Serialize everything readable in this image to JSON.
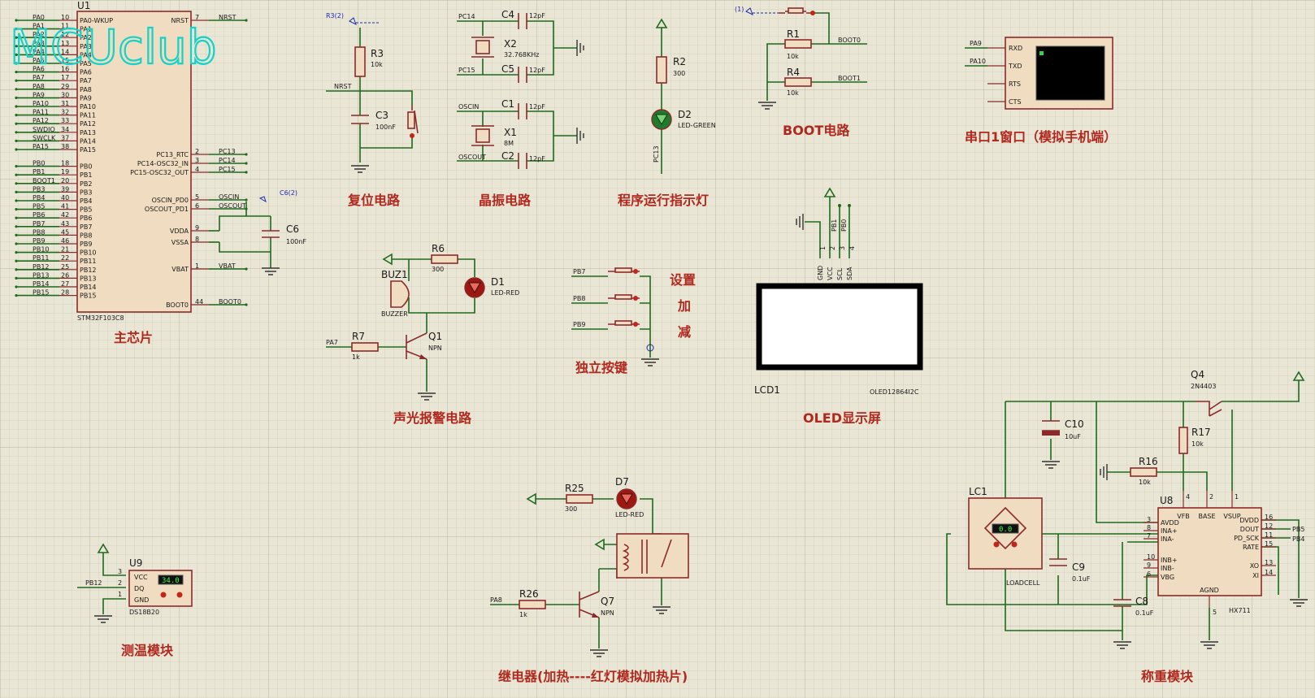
{
  "watermark": "MCUclub",
  "section_labels": {
    "mcu": "主芯片",
    "reset": "复位电路",
    "crystal": "晶振电路",
    "indicator": "程序运行指示灯",
    "boot": "BOOT电路",
    "uart": "串口1窗口（模拟手机端）",
    "alarm": "声光报警电路",
    "keys": "独立按键",
    "oled": "OLED显示屏",
    "temp": "测温模块",
    "relay": "继电器(加热----红灯模拟加热片)",
    "weigh": "称重模块"
  },
  "mcu": {
    "ref": "U1",
    "part": "STM32F103C8",
    "left_pins": [
      {
        "num": "10",
        "name": "PA0-WKUP",
        "net": "PA0"
      },
      {
        "num": "11",
        "name": "PA1",
        "net": "PA1"
      },
      {
        "num": "12",
        "name": "PA2",
        "net": "PA2"
      },
      {
        "num": "13",
        "name": "PA3",
        "net": "PA3"
      },
      {
        "num": "14",
        "name": "PA4",
        "net": "PA4"
      },
      {
        "num": "15",
        "name": "PA5",
        "net": "PA5"
      },
      {
        "num": "16",
        "name": "PA6",
        "net": "PA6"
      },
      {
        "num": "17",
        "name": "PA7",
        "net": "PA7"
      },
      {
        "num": "29",
        "name": "PA8",
        "net": "PA8"
      },
      {
        "num": "30",
        "name": "PA9",
        "net": "PA9"
      },
      {
        "num": "31",
        "name": "PA10",
        "net": "PA10"
      },
      {
        "num": "32",
        "name": "PA11",
        "net": "PA11"
      },
      {
        "num": "33",
        "name": "PA12",
        "net": "PA12"
      },
      {
        "num": "34",
        "name": "PA13",
        "net": "SWDIO"
      },
      {
        "num": "37",
        "name": "PA14",
        "net": "SWCLK"
      },
      {
        "num": "38",
        "name": "PA15",
        "net": "PA15"
      },
      {
        "num": "18",
        "name": "PB0",
        "net": "PB0"
      },
      {
        "num": "19",
        "name": "PB1",
        "net": "PB1"
      },
      {
        "num": "20",
        "name": "PB2",
        "net": "BOOT1"
      },
      {
        "num": "39",
        "name": "PB3",
        "net": "PB3"
      },
      {
        "num": "40",
        "name": "PB4",
        "net": "PB4"
      },
      {
        "num": "41",
        "name": "PB5",
        "net": "PB5"
      },
      {
        "num": "42",
        "name": "PB6",
        "net": "PB6"
      },
      {
        "num": "43",
        "name": "PB7",
        "net": "PB7"
      },
      {
        "num": "45",
        "name": "PB8",
        "net": "PB8"
      },
      {
        "num": "46",
        "name": "PB9",
        "net": "PB9"
      },
      {
        "num": "21",
        "name": "PB10",
        "net": "PB10"
      },
      {
        "num": "22",
        "name": "PB11",
        "net": "PB11"
      },
      {
        "num": "25",
        "name": "PB12",
        "net": "PB12"
      },
      {
        "num": "26",
        "name": "PB13",
        "net": "PB13"
      },
      {
        "num": "27",
        "name": "PB14",
        "net": "PB14"
      },
      {
        "num": "28",
        "name": "PB15",
        "net": "PB15"
      }
    ],
    "right_pins": [
      {
        "num": "7",
        "name": "NRST",
        "net": "NRST"
      },
      {
        "num": "2",
        "name": "PC13_RTC",
        "net": "PC13"
      },
      {
        "num": "3",
        "name": "PC14-OSC32_IN",
        "net": "PC14"
      },
      {
        "num": "4",
        "name": "PC15-OSC32_OUT",
        "net": "PC15"
      },
      {
        "num": "5",
        "name": "OSCIN_PD0",
        "net": "OSCIN"
      },
      {
        "num": "6",
        "name": "OSCOUT_PD1",
        "net": "OSCOUT"
      },
      {
        "num": "9",
        "name": "VDDA",
        "net": ""
      },
      {
        "num": "8",
        "name": "VSSA",
        "net": ""
      },
      {
        "num": "1",
        "name": "VBAT",
        "net": "VBAT"
      },
      {
        "num": "44",
        "name": "BOOT0",
        "net": "BOOT0"
      }
    ]
  },
  "parts": {
    "C6": {
      "ref": "C6",
      "value": "100nF",
      "probe": "C6(2)"
    },
    "R3": {
      "ref": "R3",
      "value": "10k",
      "probe": "R3(2)"
    },
    "C3": {
      "ref": "C3",
      "value": "100nF"
    },
    "reset_net": "NRST",
    "C4": {
      "ref": "C4",
      "value": "12pF"
    },
    "C5": {
      "ref": "C5",
      "value": "12pF"
    },
    "X2": {
      "ref": "X2",
      "value": "32.768KHz"
    },
    "C1": {
      "ref": "C1",
      "value": "12pF"
    },
    "C2": {
      "ref": "C2",
      "value": "12pF"
    },
    "X1": {
      "ref": "X1",
      "value": "8M"
    },
    "crystal_nets": {
      "pc14": "PC14",
      "pc15": "PC15",
      "oscin": "OSCIN",
      "oscout": "OSCOUT"
    },
    "R2": {
      "ref": "R2",
      "value": "300"
    },
    "D2": {
      "ref": "D2",
      "value": "LED-GREEN",
      "net": "PC13"
    },
    "R1": {
      "ref": "R1",
      "value": "10k",
      "net": "BOOT0"
    },
    "R4": {
      "ref": "R4",
      "value": "10k",
      "net": "BOOT1"
    },
    "boot_probe": "(1)",
    "uart": {
      "pins": [
        "RXD",
        "TXD",
        "RTS",
        "CTS"
      ],
      "nets": [
        "PA9",
        "PA10"
      ]
    },
    "R6": {
      "ref": "R6",
      "value": "300"
    },
    "D1": {
      "ref": "D1",
      "value": "LED-RED"
    },
    "BUZ1": {
      "ref": "BUZ1",
      "value": "BUZZER"
    },
    "Q1": {
      "ref": "Q1",
      "value": "NPN"
    },
    "R7": {
      "ref": "R7",
      "value": "1k",
      "net": "PA7"
    },
    "keys": {
      "nets": [
        "PB7",
        "PB8",
        "PB9"
      ],
      "labels": [
        "设置",
        "加",
        "减"
      ]
    },
    "oled": {
      "ref": "LCD1",
      "part": "OLED12864I2C",
      "pins": [
        "GND",
        "VCC",
        "SCL",
        "SDA"
      ],
      "nets": [
        "PB1",
        "PB0"
      ],
      "pin_nums": [
        "1",
        "2",
        "3",
        "4"
      ]
    },
    "U9": {
      "ref": "U9",
      "part": "DS18B20",
      "pins": [
        "VCC",
        "DQ",
        "GND"
      ],
      "pin_nums": [
        "3",
        "2",
        "1"
      ],
      "net": "PB12",
      "reading": "34.0"
    },
    "R25": {
      "ref": "R25",
      "value": "300"
    },
    "D7": {
      "ref": "D7",
      "value": "LED-RED"
    },
    "R26": {
      "ref": "R26",
      "value": "1k",
      "net": "PA8"
    },
    "Q7": {
      "ref": "Q7",
      "value": "NPN"
    },
    "C10": {
      "ref": "C10",
      "value": "10uF"
    },
    "Q4": {
      "ref": "Q4",
      "value": "2N4403"
    },
    "R17": {
      "ref": "R17",
      "value": "10k"
    },
    "R16": {
      "ref": "R16",
      "value": "10k"
    },
    "LC1": {
      "ref": "LC1",
      "value": "LOADCELL",
      "reading": "0.0"
    },
    "C9": {
      "ref": "C9",
      "value": "0.1uF"
    },
    "C8": {
      "ref": "C8",
      "value": "0.1uF"
    },
    "U8": {
      "ref": "U8",
      "part": "HX711",
      "left_pins": [
        {
          "num": "3",
          "name": "AVDD"
        },
        {
          "num": "8",
          "name": "INA+"
        },
        {
          "num": "7",
          "name": "INA-"
        },
        {
          "num": "10",
          "name": "INB+"
        },
        {
          "num": "9",
          "name": "INB-"
        },
        {
          "num": "6",
          "name": "VBG"
        }
      ],
      "top_pins": [
        {
          "num": "4",
          "name": "VFB"
        },
        {
          "num": "2",
          "name": "BASE"
        },
        {
          "num": "1",
          "name": "VSUP"
        }
      ],
      "right_pins": [
        {
          "num": "16",
          "name": "DVDD"
        },
        {
          "num": "12",
          "name": "DOUT"
        },
        {
          "num": "11",
          "name": "PD_SCK"
        },
        {
          "num": "15",
          "name": "RATE"
        },
        {
          "num": "13",
          "name": "XO"
        },
        {
          "num": "14",
          "name": "XI"
        }
      ],
      "bottom_pin": {
        "num": "5",
        "name": "AGND"
      },
      "nets": [
        "PB5",
        "PB4"
      ]
    }
  }
}
